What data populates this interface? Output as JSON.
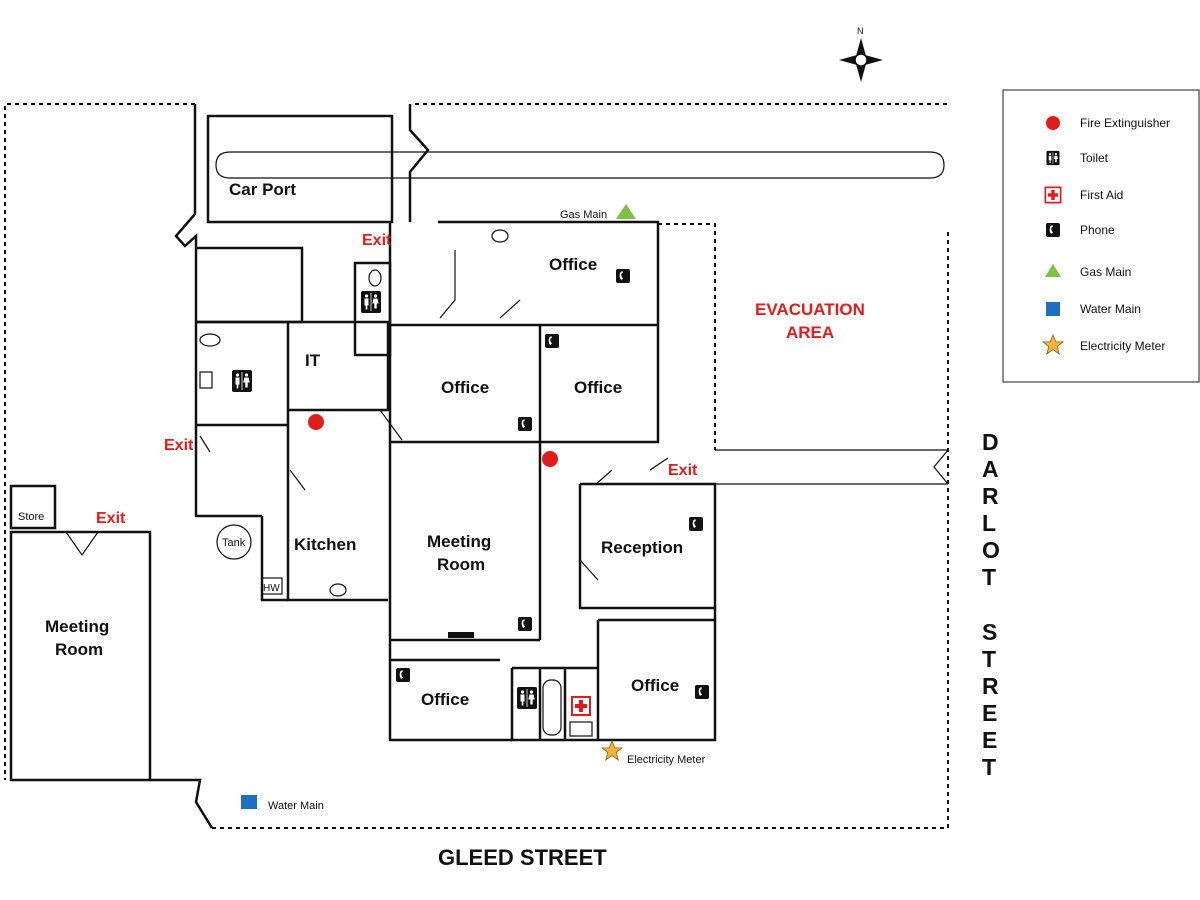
{
  "rooms": {
    "car_port": "Car Port",
    "office_top": "Office",
    "it": "IT",
    "office_mid_left": "Office",
    "office_mid_right": "Office",
    "kitchen": "Kitchen",
    "meeting_room_main_1": "Meeting",
    "meeting_room_main_2": "Room",
    "reception": "Reception",
    "office_bottom_left": "Office",
    "office_bottom_right": "Office",
    "meeting_room_west_1": "Meeting",
    "meeting_room_west_2": "Room",
    "store": "Store",
    "tank": "Tank",
    "hw": "HW"
  },
  "exits": [
    "Exit",
    "Exit",
    "Exit",
    "Exit"
  ],
  "evacuation_area": [
    "EVACUATION",
    "AREA"
  ],
  "streets": {
    "south": "GLEED STREET",
    "east_letters": [
      "D",
      "A",
      "R",
      "L",
      "O",
      "T",
      "S",
      "T",
      "R",
      "E",
      "E",
      "T"
    ]
  },
  "compass_label": "N",
  "map_labels": {
    "gas_main": "Gas Main",
    "water_main": "Water Main",
    "electricity_meter": "Electricity Meter"
  },
  "legend": [
    {
      "icon": "fire-extinguisher-icon",
      "label": "Fire Extinguisher",
      "color": "#e31b1b"
    },
    {
      "icon": "toilet-icon",
      "label": "Toilet",
      "color": "#111111"
    },
    {
      "icon": "first-aid-icon",
      "label": "First Aid",
      "color": "#e31b1b"
    },
    {
      "icon": "phone-icon",
      "label": "Phone",
      "color": "#111111"
    },
    {
      "icon": "gas-main-icon",
      "label": "Gas Main",
      "color": "#7dc242"
    },
    {
      "icon": "water-main-icon",
      "label": "Water Main",
      "color": "#1f6fc0"
    },
    {
      "icon": "electricity-meter-icon",
      "label": "Electricity Meter",
      "color": "#f3b23a"
    }
  ]
}
